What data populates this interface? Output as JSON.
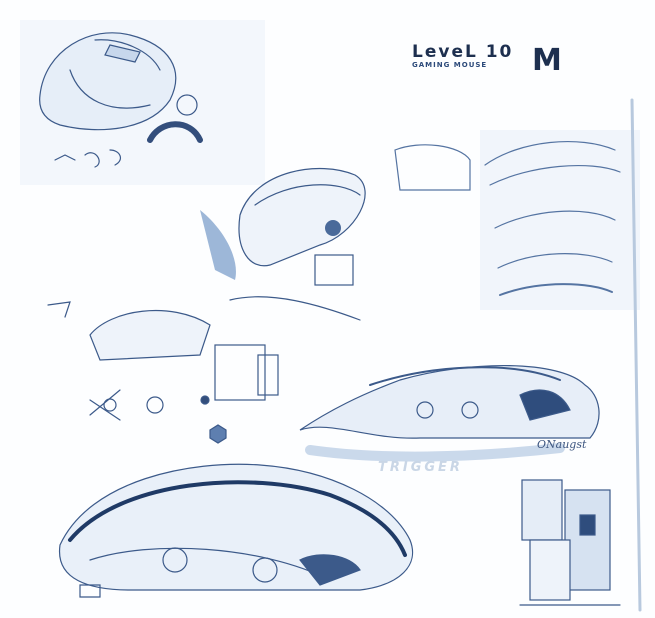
{
  "logo": {
    "main": "LeveL 10",
    "letter": "M",
    "sub": "GAMING MOUSE"
  },
  "labels": {
    "trigger": "TRIGGER"
  },
  "signature": "ONaugst",
  "colors": {
    "ink": "#2c4a7a",
    "wash": "#a9c0dd",
    "background": "#fdfeff"
  }
}
